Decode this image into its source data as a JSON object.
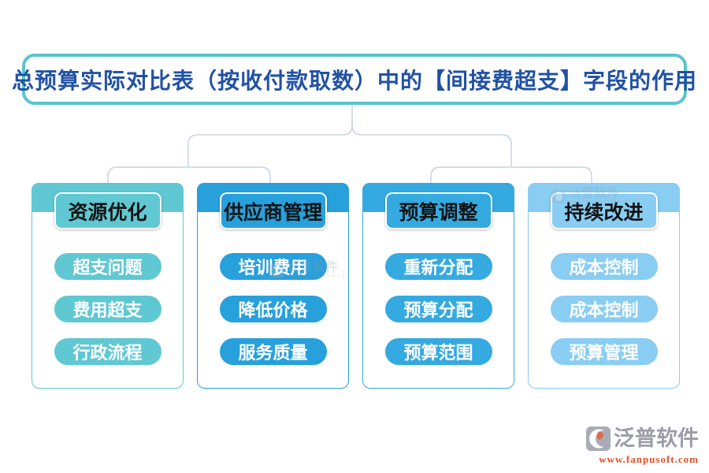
{
  "title": {
    "text": "总预算实际对比表（按收付款取数）中的【间接费超支】字段的作用"
  },
  "columns": [
    {
      "header": "资源优化",
      "color": "#60c8d2",
      "items": [
        "超支问题",
        "费用超支",
        "行政流程"
      ]
    },
    {
      "header": "供应商管理",
      "color": "#27a0dc",
      "items": [
        "培训费用",
        "降低价格",
        "服务质量"
      ]
    },
    {
      "header": "预算调整",
      "color": "#35aae1",
      "items": [
        "重新分配",
        "预算分配",
        "预算范围"
      ]
    },
    {
      "header": "持续改进",
      "color": "#89cdf3",
      "items": [
        "成本控制",
        "成本控制",
        "预算管理"
      ]
    }
  ],
  "watermark": {
    "cn": "泛普软件",
    "en": "FANPU SOFTWARE"
  },
  "footer": {
    "brand": "泛普软件",
    "url": "www.fanpusoft.com"
  },
  "colors": {
    "title_border": "#58c5cd",
    "title_text": "#2152a3",
    "connector": "#c9d3e2",
    "footer_brand": "#9c9ca8",
    "footer_url": "#e0512a"
  }
}
